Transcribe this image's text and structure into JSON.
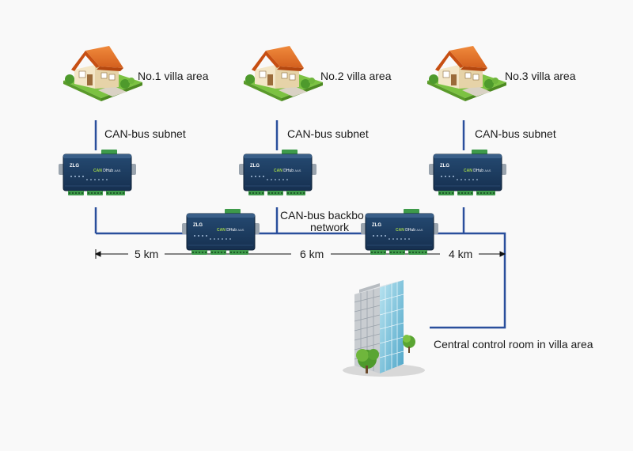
{
  "villas": [
    {
      "label": "No.1 villa area",
      "subnet": "CAN-bus subnet"
    },
    {
      "label": "No.2 villa area",
      "subnet": "CAN-bus subnet"
    },
    {
      "label": "No.3 villa area",
      "subnet": "CAN-bus subnet"
    }
  ],
  "device": {
    "brand": "ZLG",
    "product_prefix": "CAN",
    "product_suffix": "DHub",
    "model_tag": "AAS"
  },
  "backbone": {
    "label_line1": "CAN-bus backbone",
    "label_line2": "network"
  },
  "distances": [
    "5 km",
    "6 km",
    "4 km"
  ],
  "control_room": {
    "label": "Central control room in villa area"
  },
  "colors": {
    "line": "#2a4f9c",
    "device_body": "#1d3a5c",
    "device_accent": "#2f6b3a",
    "roof": "#e8722a",
    "wall": "#f3e6c7",
    "grass": "#7cc242",
    "glass": "#7fc7de"
  }
}
